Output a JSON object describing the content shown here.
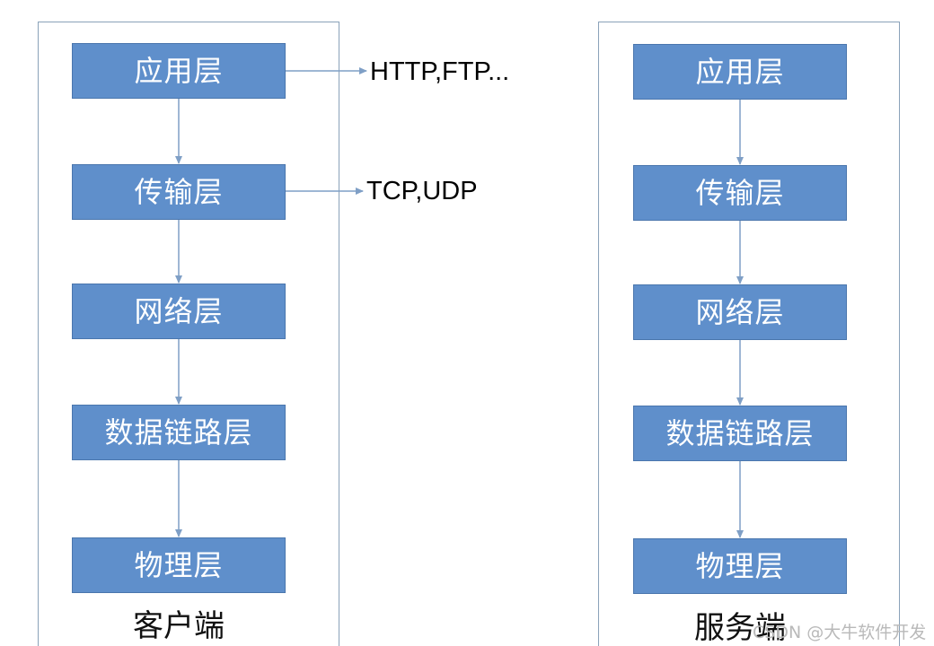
{
  "client": {
    "label": "客户端",
    "layers": [
      "应用层",
      "传输层",
      "网络层",
      "数据链路层",
      "物理层"
    ]
  },
  "server": {
    "label": "服务端",
    "layers": [
      "应用层",
      "传输层",
      "网络层",
      "数据链路层",
      "物理层"
    ]
  },
  "protocols": {
    "application": "HTTP,FTP...",
    "transport": "TCP,UDP"
  },
  "watermark": "CSDN @大牛软件开发",
  "colors": {
    "layer_fill": "#5f8fcb",
    "arrow": "#7f9fc6"
  }
}
